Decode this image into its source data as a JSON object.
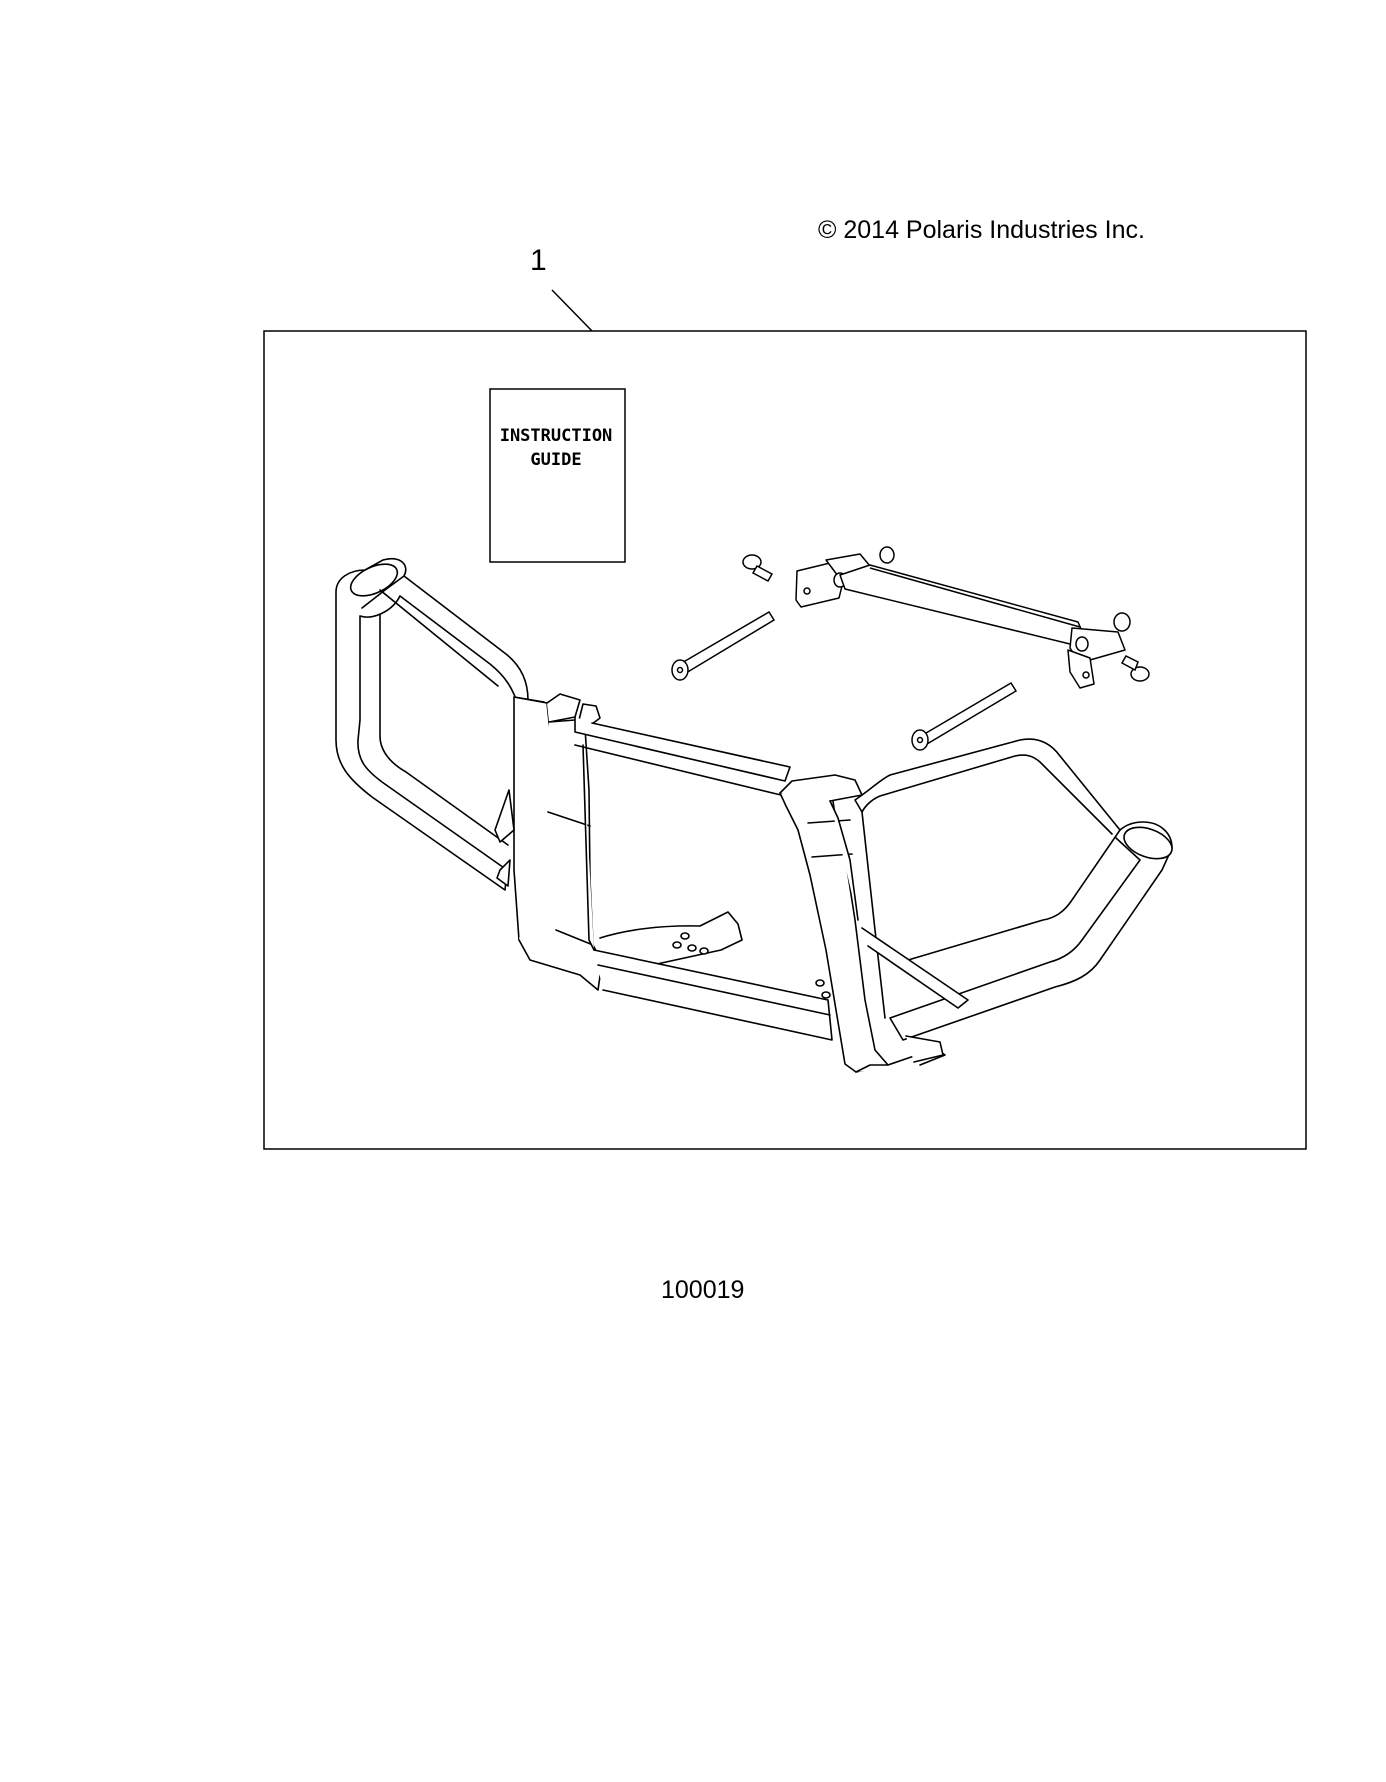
{
  "copyright": "© 2014 Polaris Industries Inc.",
  "callout": "1",
  "figure_id": "100019",
  "guide": {
    "line1": "INSTRUCTION",
    "line2": "GUIDE"
  },
  "colors": {
    "ink": "#000000",
    "paper": "#ffffff"
  }
}
